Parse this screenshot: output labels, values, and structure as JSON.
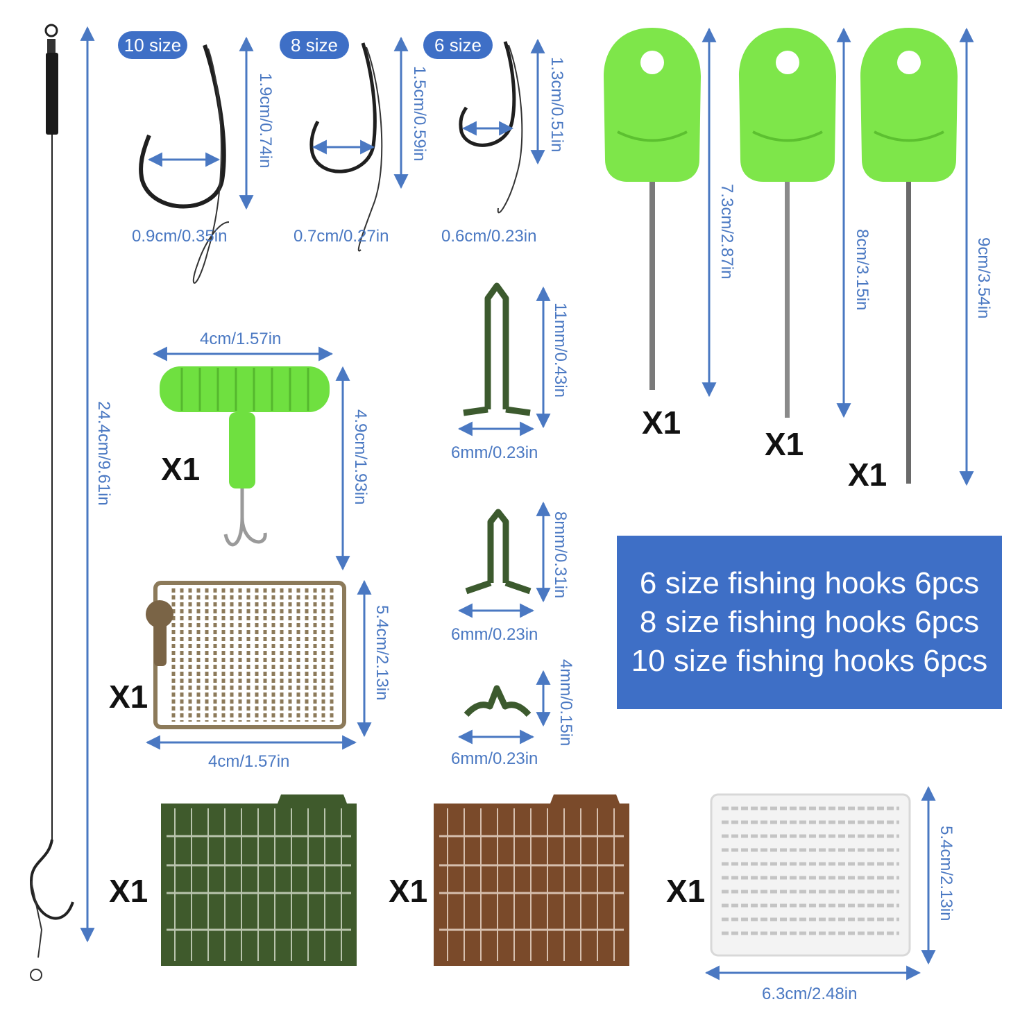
{
  "colors": {
    "accent": "#4a78c2",
    "box": "#3e6fc6",
    "green": "#7ee64a",
    "dark_green": "#3c5a2e",
    "brown": "#7a4a2a",
    "khaki": "#8c7a5a"
  },
  "hooks": [
    {
      "size_label": "10 size",
      "length": "1.9cm/0.74in",
      "gap": "0.9cm/0.35in"
    },
    {
      "size_label": "8 size",
      "length": "1.5cm/0.59in",
      "gap": "0.7cm/0.27in"
    },
    {
      "size_label": "6 size",
      "length": "1.3cm/0.51in",
      "gap": "0.6cm/0.23in"
    }
  ],
  "rig": {
    "length": "24.4cm/9.61in"
  },
  "needles": [
    {
      "length": "7.3cm/2.87in",
      "qty": "X1"
    },
    {
      "length": "8cm/3.15in",
      "qty": "X1"
    },
    {
      "length": "9cm/3.54in",
      "qty": "X1"
    }
  ],
  "knot_puller": {
    "width": "4cm/1.57in",
    "height": "4.9cm/1.93in",
    "qty": "X1"
  },
  "stops": [
    {
      "height": "11mm/0.43in",
      "width": "6mm/0.23in"
    },
    {
      "height": "8mm/0.31in",
      "width": "6mm/0.23in"
    },
    {
      "height": "4mm/0.15in",
      "width": "6mm/0.23in"
    }
  ],
  "bead_rack": {
    "height": "5.4cm/2.13in",
    "width": "4cm/1.57in",
    "qty": "X1"
  },
  "boilie_stops": [
    {
      "qty": "X1",
      "color": "green"
    },
    {
      "qty": "X1",
      "color": "brown"
    }
  ],
  "clear_rack": {
    "height": "5.4cm/2.13in",
    "width": "6.3cm/2.48in",
    "qty": "X1"
  },
  "info": [
    "6 size fishing hooks 6pcs",
    "8 size fishing hooks 6pcs",
    "10 size fishing hooks 6pcs"
  ]
}
